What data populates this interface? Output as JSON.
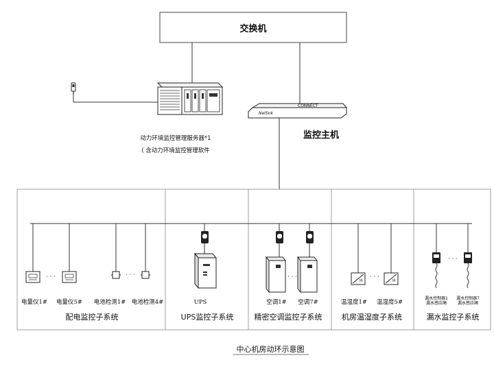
{
  "switch": {
    "label": "交换机"
  },
  "host": {
    "label": "监控主机",
    "brand": "Netlink",
    "model": "CONNECT"
  },
  "server": {
    "label_line1": "动力环境监控管理服务器*1",
    "label_line2": "( 含动力环境监控管理软件"
  },
  "dots": "· · ·",
  "subsystems": [
    {
      "id": "power",
      "title": "配电监控子系统",
      "items": [
        "电量仪1#",
        "电量仪5#",
        "电池检测1#",
        "电池检测4#"
      ]
    },
    {
      "id": "ups",
      "title": "UPS监控子系统",
      "items": [
        "UPS"
      ]
    },
    {
      "id": "ac",
      "title": "精密空调监控子系统",
      "items": [
        "空调1#",
        "空调7#"
      ]
    },
    {
      "id": "th",
      "title": "机房温湿度子系统",
      "items": [
        "温湿度1#",
        "温湿度5#"
      ]
    },
    {
      "id": "leak",
      "title": "漏水监控子系统",
      "leak_labels": [
        {
          "line1": "漏水控制器1",
          "line2": "漏水感应绳"
        },
        {
          "line1": "漏水控制器7",
          "line2": "漏水感应绳"
        }
      ]
    }
  ],
  "caption": "中心机房动环示意图",
  "colors": {
    "line": "#333333",
    "frame": "#888888",
    "ups_body": "#dcdcdc"
  }
}
